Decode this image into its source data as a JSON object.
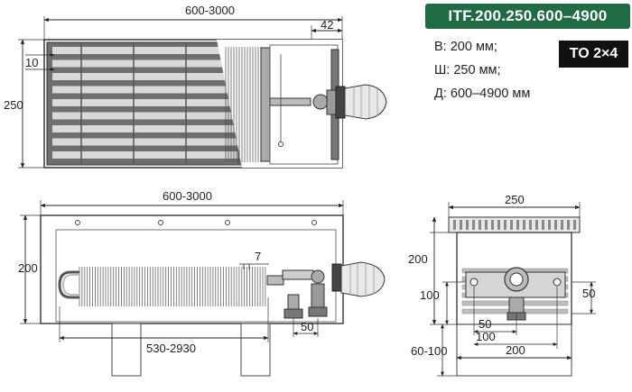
{
  "model": "ITF.200.250.600–4900",
  "badge_color": "#1f6b43",
  "specs": {
    "height": "В: 200 мм;",
    "width": "Ш: 250 мм;",
    "length": "Д: 600–4900 мм"
  },
  "to_badge": "TO 2×4",
  "top_view": {
    "length": "600-3000",
    "width": "250",
    "fin_pitch": "10",
    "valve_offset": "42"
  },
  "front_view": {
    "length": "600-3000",
    "height": "200",
    "fin_spacing": "7",
    "heat_exchanger_length": "530-2930",
    "pipe_offset": "50"
  },
  "side_view": {
    "width": "250",
    "height": "200",
    "connection_height": "100",
    "connection_offset": "50",
    "conn_spacing_50": "50",
    "conn_spacing_100": "100",
    "inner_width": "200",
    "leg_height": "60-100"
  }
}
